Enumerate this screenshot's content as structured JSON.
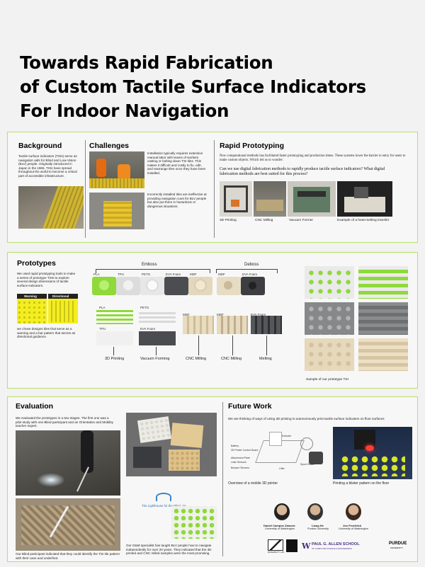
{
  "title": {
    "line1": "Towards Rapid Fabrication",
    "line2": "of Custom Tactile Surface Indicators",
    "line3": "For Indoor Navigation"
  },
  "background": {
    "heading": "Background",
    "text": "Tactile surface indicators (TSIs) serve as navigation aids for Blind and Low-Vision (BLV) people. Originally introduced in Japan in the 1965, TSIs have spread throughout the world to become a critical part of accessible infrastructure."
  },
  "challenges": {
    "heading": "Challenges",
    "text1": "Installation typically requires extensive manual labor with teams of workers casting or bolting down TSI tiles. This makes it difficult and costly to fix, edit, and rearrange tiles once they have been installed.",
    "text2": "Incorrectly installed tiles are ineffective at providing navigation cues for BLV people but also put them in hazardous or dangerous situations."
  },
  "rapid": {
    "heading": "Rapid Prototyping",
    "intro": "New computational methods has facilitated faster prototyping and production times. These systems lower the barrier to entry for users to make custom objects. Which led us to wonder:",
    "question": "Can we use digital fabrication methods to rapidly produce tactile surface indicators? What digital fabricaiton methods are best suited for this process?",
    "captions": [
      "3D Printing",
      "CNC Milling",
      "Vacuum Former",
      "Example of a heat-melting transfer"
    ]
  },
  "prototypes": {
    "heading": "Prototypes",
    "text1": "We used rapid prototyping tools to make a series of prototype TSIs to explore several design dimensions of tactile surface indicators.",
    "warning": "Warning",
    "directional": "Directional",
    "text2": "we chose designs tiles that serve as a warning and a bar pattern that serves as directional guidance.",
    "emboss": "Emboss",
    "deboss": "Deboss",
    "materials": [
      "PLA",
      "TPU",
      "PETG",
      "EVA Foam",
      "MDF",
      "MDF",
      "EVA Foam"
    ],
    "lower_labels": [
      "PLA",
      "PETG",
      "TPU",
      "EVA Foam",
      "MDF",
      "MDF",
      "EVA Foam"
    ],
    "methods": [
      "3D Printing",
      "Vacuum Forming",
      "CNC Milling",
      "CNC Milling",
      "Melting"
    ],
    "sample_caption": "Sample of our prototype TSI"
  },
  "evaluation": {
    "heading": "Evaluation",
    "text": "We evaluated the prototypes in a two stages. The first one was a pilot study with one Blind participant and an Orientation and Mobility teacher expert.",
    "caption_left": "Our Blind participant indicated that they could identify the TSI tile pattern with their cane and underfoot.",
    "caption_right": "Our O&M specialist has taught BLV people how to navigate independently for over 20 years. They indicated that the 3D printed and CNC milled samples were the most promising.",
    "logo_text": "The Lighthouse for the Blind, Inc."
  },
  "future": {
    "heading": "Future Work",
    "text": "We are thinking of ways of using 3D printing to autonomously print tactile surface indicators on floor surfaces",
    "caption_left": "Overview of a mobile 3D printer",
    "caption_right": "Printing a blister pattern on the floor",
    "diagram_labels": [
      "Battery",
      "3D Printer Control Board",
      "Attachment Plate",
      "Lidar Sensors",
      "Bumper Sensors",
      "Extruder",
      "Lifter",
      "Spool Holder"
    ]
  },
  "authors": [
    {
      "name": "Daniel Campos Zamora",
      "affil": "University of Washington"
    },
    {
      "name": "Liang He",
      "affil": "Purdue University"
    },
    {
      "name": "Jon Froehlich",
      "affil": "University of Washington"
    }
  ],
  "logos": {
    "makeability": "MAKEABILITY LAB",
    "allen": "PAUL G. ALLEN SCHOOL",
    "allen_sub": "OF COMPUTER SCIENCE & ENGINEERING",
    "purdue": "PURDUE",
    "purdue_sub": "UNIVERSITY",
    "w": "W"
  },
  "colors": {
    "accent_green": "#b5e06a",
    "tile_yellow": "#f5ee1f",
    "tsi_green": "#8fd93a"
  }
}
